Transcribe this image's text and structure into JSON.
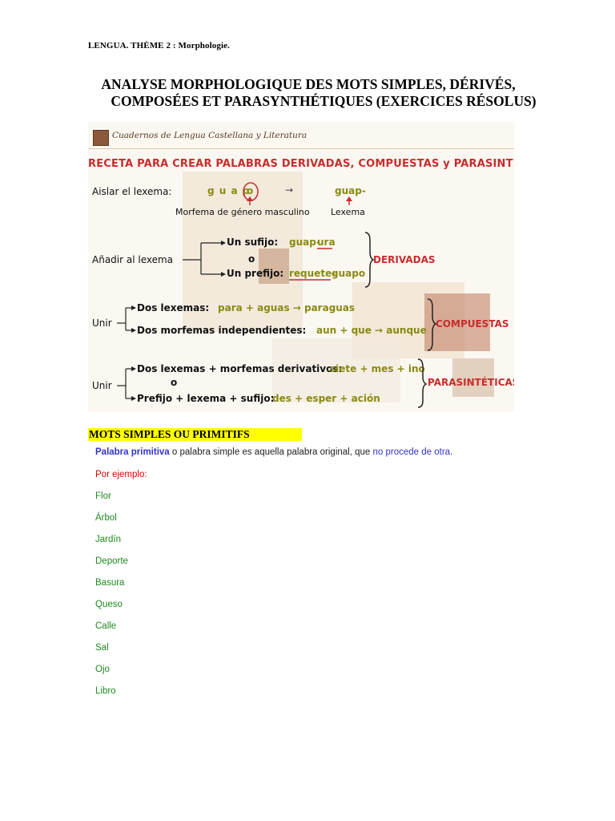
{
  "header": "LENGUA. THÈME 2 : Morphologie.",
  "title": {
    "line1": "ANALYSE MORPHOLOGIQUE DES MOTS SIMPLES, DÉRIVÉS,",
    "line2": "COMPOSÉES ET PARASYNTHÉTIQUES (EXERCICES RÉSOLUS)"
  },
  "recipe": {
    "logo": "Cuadernos de Lengua Castellana y Literatura",
    "heading": "RECETA PARA CREAR PALABRAS DERIVADAS, COMPUESTAS y PARASINTÉTICAS",
    "aislar": {
      "label": "Aislar el lexema:",
      "word_stem": "g u a p",
      "word_end": "o",
      "arrow": "→",
      "lexeme": "guap-",
      "morfema_label": "Morfema de género masculino",
      "lexema_label": "Lexema"
    },
    "anadir": {
      "label": "Añadir al lexema",
      "sufijo_label": "Un sufijo:",
      "sufijo_stem": "guap-",
      "sufijo_example": "ura",
      "o": "o",
      "prefijo_label": "Un prefijo:",
      "prefijo_example": "requete-",
      "prefijo_stem": "guapo",
      "result": "DERIVADAS"
    },
    "unir1": {
      "label": "Unir",
      "row1_label": "Dos lexemas:",
      "row1_example": "para + aguas → paraguas",
      "row2_label": "Dos morfemas independientes:",
      "row2_example": "aun + que → aunque",
      "result": "COMPUESTAS"
    },
    "unir2": {
      "label": "Unir",
      "row1_label": "Dos lexemas + morfemas derivativos:",
      "row1_example": "siete + mes + ino",
      "o": "o",
      "row2_label": "Prefijo + lexema + sufijo:",
      "row2_example": "des + esper + ación",
      "result": "PARASINTÉTICAS"
    }
  },
  "section_title": "MOTS SIMPLES OU PRIMITIFS",
  "definition": {
    "term": "Palabra primitiva",
    "middle": " o palabra simple es aquella palabra original, que ",
    "end": "no procede de otra",
    "period": "."
  },
  "example_label": "Por ejemplo:",
  "words": [
    "Flor",
    "Árbol",
    "Jardín",
    "Deporte",
    "Basura",
    "Queso",
    "Calle",
    "Sal",
    "Ojo",
    "Libro"
  ],
  "colors": {
    "highlight": "#ffff00",
    "red": "#c62d2d",
    "olive": "#8a8a12",
    "blue": "#3333cc",
    "green": "#1e8a1e"
  }
}
